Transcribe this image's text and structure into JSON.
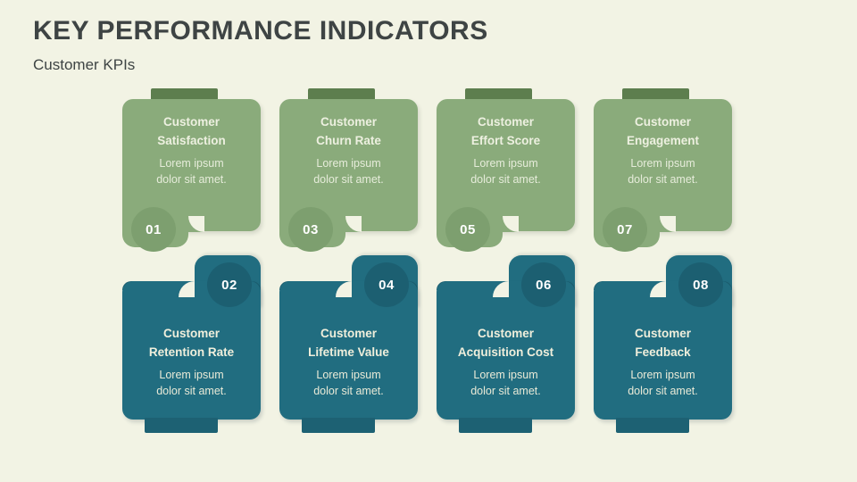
{
  "header": {
    "title": "KEY PERFORMANCE INDICATORS",
    "subtitle": "Customer KPIs"
  },
  "theme": {
    "background": "#f2f3e4",
    "green_body": "#8aab7b",
    "green_tab": "#5d7e4e",
    "green_circle": "#7d9f6f",
    "blue_body": "#216d80",
    "blue_tab": "#1d6173",
    "blue_circle": "#1c5f71",
    "title_color": "#3e4444"
  },
  "columns": [
    {
      "green": {
        "number": "01",
        "title_line1": "Customer",
        "title_line2": "Satisfaction",
        "desc_line1": "Lorem ipsum",
        "desc_line2": "dolor sit amet."
      },
      "blue": {
        "number": "02",
        "title_line1": "Customer",
        "title_line2": "Retention Rate",
        "desc_line1": "Lorem ipsum",
        "desc_line2": "dolor sit amet."
      }
    },
    {
      "green": {
        "number": "03",
        "title_line1": "Customer",
        "title_line2": "Churn Rate",
        "desc_line1": "Lorem ipsum",
        "desc_line2": "dolor sit amet."
      },
      "blue": {
        "number": "04",
        "title_line1": "Customer",
        "title_line2": "Lifetime Value",
        "desc_line1": "Lorem ipsum",
        "desc_line2": "dolor sit amet."
      }
    },
    {
      "green": {
        "number": "05",
        "title_line1": "Customer",
        "title_line2": "Effort Score",
        "desc_line1": "Lorem ipsum",
        "desc_line2": "dolor sit amet."
      },
      "blue": {
        "number": "06",
        "title_line1": "Customer",
        "title_line2": "Acquisition Cost",
        "desc_line1": "Lorem ipsum",
        "desc_line2": "dolor sit amet."
      }
    },
    {
      "green": {
        "number": "07",
        "title_line1": "Customer",
        "title_line2": "Engagement",
        "desc_line1": "Lorem ipsum",
        "desc_line2": "dolor sit amet."
      },
      "blue": {
        "number": "08",
        "title_line1": "Customer",
        "title_line2": "Feedback",
        "desc_line1": "Lorem ipsum",
        "desc_line2": "dolor sit amet."
      }
    }
  ],
  "layout": {
    "column_left_positions": [
      137,
      313,
      489,
      665
    ]
  }
}
